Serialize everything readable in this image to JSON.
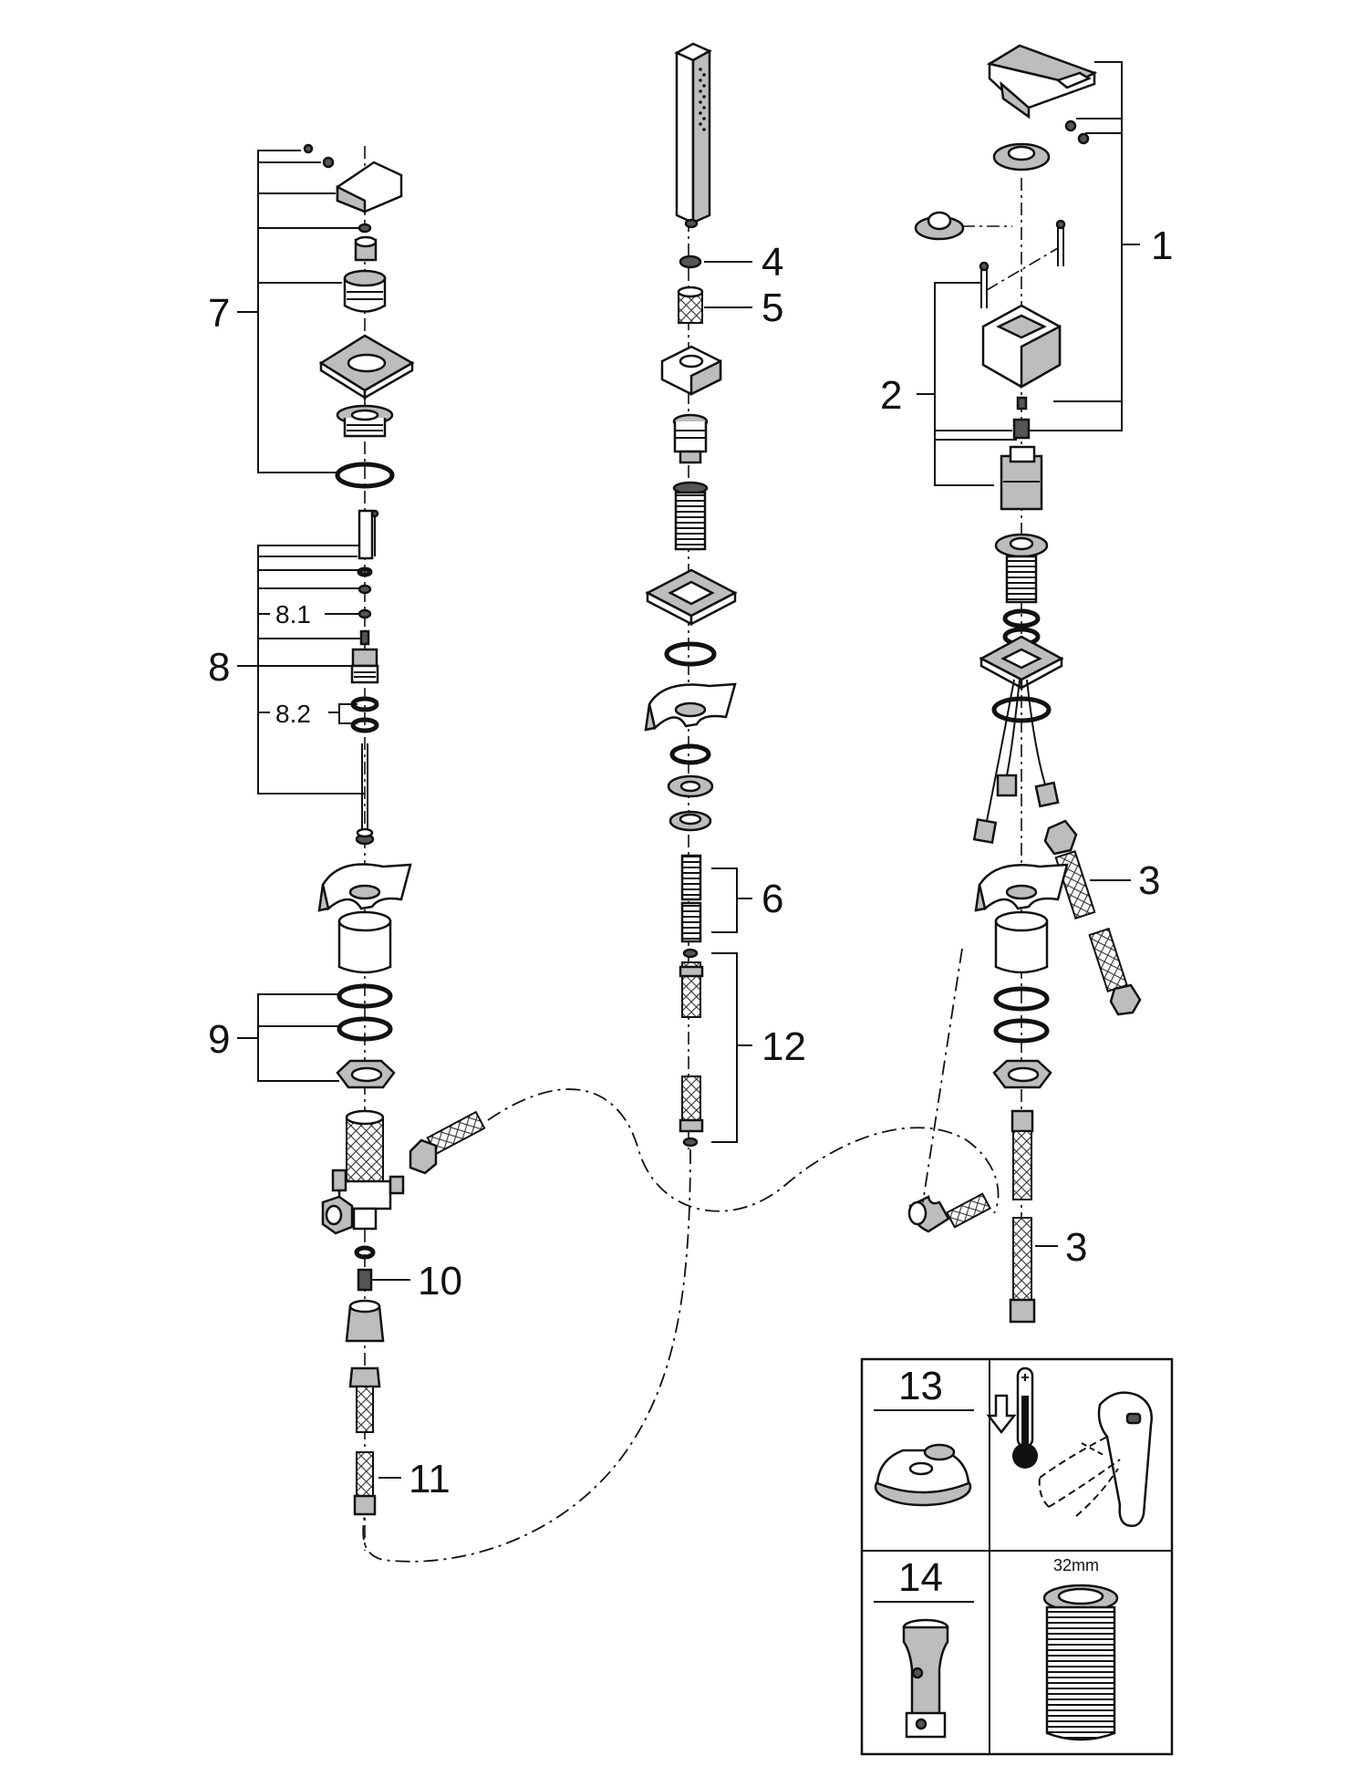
{
  "callouts": {
    "c1": "1",
    "c2": "2",
    "c3a": "3",
    "c3b": "3",
    "c4": "4",
    "c5": "5",
    "c6": "6",
    "c7": "7",
    "c8": "8",
    "c8_1": "8.1",
    "c8_2": "8.2",
    "c9": "9",
    "c10": "10",
    "c11": "11",
    "c12": "12"
  },
  "panel": {
    "c13": "13",
    "c14": "14",
    "size_label": "32mm"
  }
}
